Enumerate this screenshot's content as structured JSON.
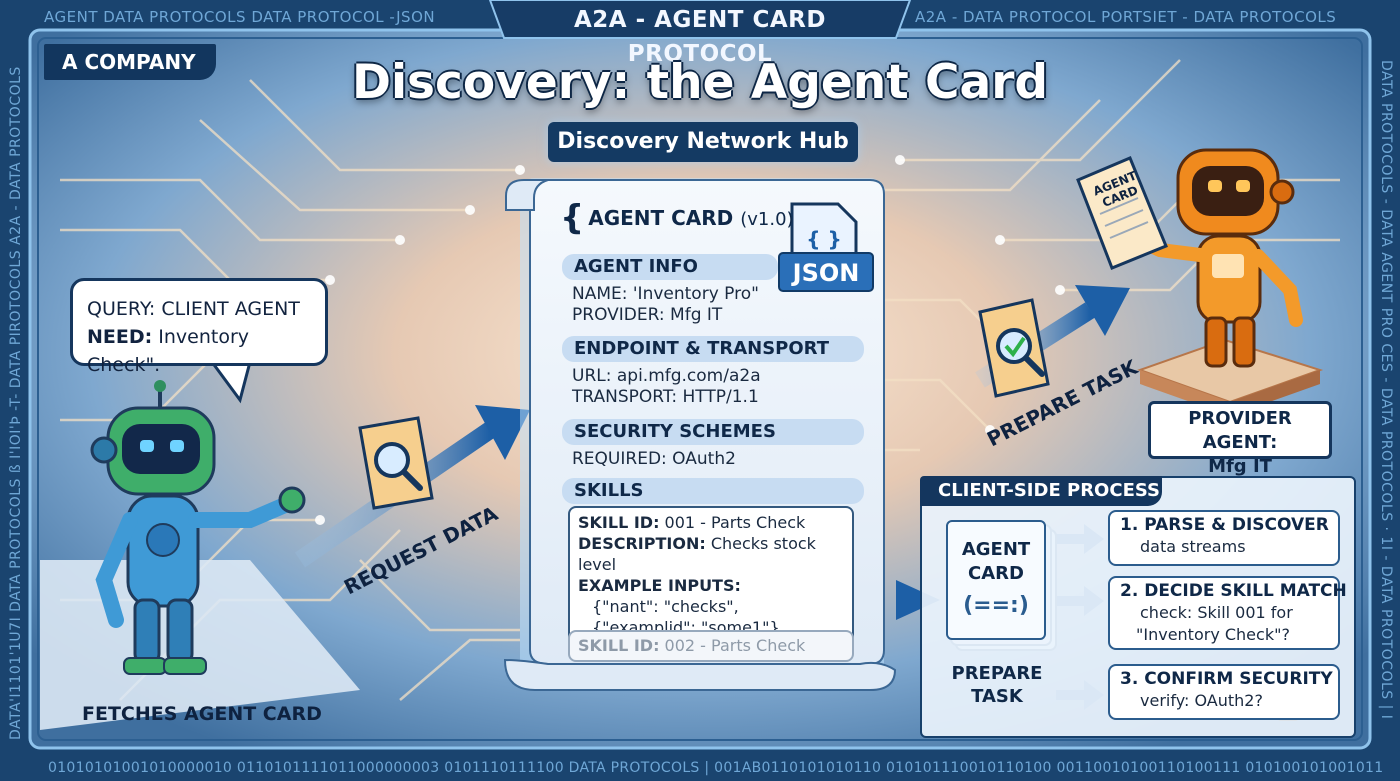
{
  "frame": {
    "banner": "A2A - AGENT CARD PROTOCOL",
    "top_left": "AGENT DATA PROTOCOLS DATA PROTOCOL -JSON",
    "top_right": "A2A - DATA PROTOCOL  PORTSIET - DATA PROTOCOLS",
    "bottom": "01010101001010000010  0110101111011000000003  0101110111100  DATA PROTOCOLS  | 001AB0110101010110  010101110010110100  00110010100110100111  010100101001011",
    "left": "DATA'I1101'1U7I DATA PROTOCOLS ß I'IOI'Þ -T- DATA PIROTOCOLS A2A - DATA PROTOCOLS",
    "right": "DATA PROTOCOLS - DATA AGENT PRO CES - DATA PROTOCOLS · 1I - DATA PROTOCOLS | I"
  },
  "company_tab": "A COMPANY",
  "title": "Discovery: the Agent Card",
  "hub": "Discovery Network Hub",
  "client": {
    "bubble_line1": "QUERY: CLIENT AGENT",
    "bubble_need": "NEED:",
    "bubble_need_value": " Inventory Check\".",
    "request": "REQUEST DATA",
    "fetches": "FETCHES AGENT CARD"
  },
  "card": {
    "title": "AGENT CARD",
    "version": "(v1.0)",
    "json_badge": "JSON",
    "sections": {
      "agent_info": "AGENT INFO",
      "name": "NAME: 'Inventory Pro\"",
      "provider": "PROVIDER: Mfg IT",
      "endpoint": "ENDPOINT & TRANSPORT",
      "url": "URL: api.mfg.com/a2a",
      "transport": "TRANSPORT: HTTP/1.1",
      "security": "SECURITY SCHEMES",
      "required": "REQUIRED: OAuth2",
      "skills": "SKILLS"
    },
    "skill1": {
      "id_label": "SKILL ID:",
      "id_value": " 001 - Parts Check",
      "desc_label": "DESCRIPTION:",
      "desc_value": " Checks stock level",
      "inputs_label": "EXAMPLE INPUTS:",
      "input1": "{\"nant\": \"checks\",",
      "input2": "{\"examplid\": \"some1\"}"
    },
    "skill2": {
      "id_label": "SKILL ID:",
      "id_value": " 002 - Parts Check"
    }
  },
  "provider": {
    "prepare": "PREPARE TASK",
    "doc_label": "AGENT CARD",
    "label_line1": "PROVIDER AGENT:",
    "label_line2": "Mfg IT"
  },
  "process": {
    "tab": "CLIENT-SIDE PROCESS",
    "mini_card_line1": "AGENT",
    "mini_card_line2": "CARD",
    "mini_card_code": "(==:)",
    "prepare_line1": "PREPARE",
    "prepare_line2": "TASK",
    "steps": [
      {
        "title": "1. PARSE & DISCOVER",
        "desc": "data streams"
      },
      {
        "title": "2. DECIDE SKILL MATCH",
        "desc": "check: Skill 001 for",
        "desc2": "\"Inventory Check\"?"
      },
      {
        "title": "3. CONFIRM SECURITY",
        "desc": "verify: OAuth2?"
      }
    ]
  },
  "colors": {
    "navy": "#14365e",
    "accent_blue": "#2a6fb8",
    "robot_green": "#3fae6a",
    "robot_orange": "#f08a1e",
    "check_green": "#2eb14a"
  }
}
